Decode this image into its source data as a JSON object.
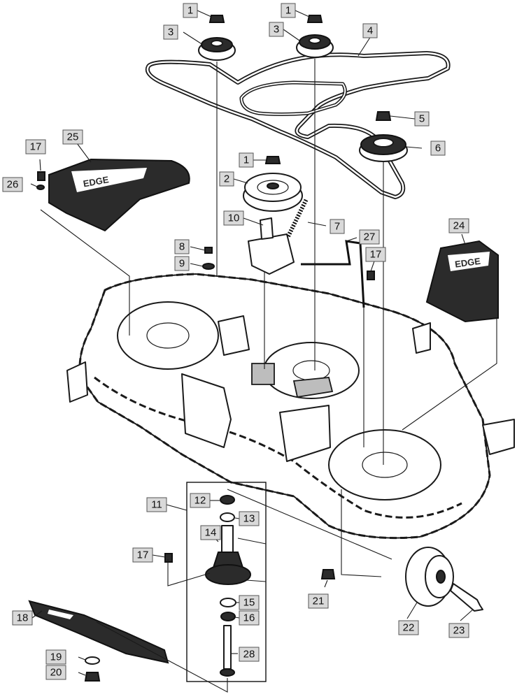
{
  "diagram": {
    "callouts": [
      {
        "id": "c1a",
        "label": "1"
      },
      {
        "id": "c1b",
        "label": "1"
      },
      {
        "id": "c1c",
        "label": "1"
      },
      {
        "id": "c2",
        "label": "2"
      },
      {
        "id": "c3a",
        "label": "3"
      },
      {
        "id": "c3b",
        "label": "3"
      },
      {
        "id": "c4",
        "label": "4"
      },
      {
        "id": "c5",
        "label": "5"
      },
      {
        "id": "c6",
        "label": "6"
      },
      {
        "id": "c7",
        "label": "7"
      },
      {
        "id": "c8",
        "label": "8"
      },
      {
        "id": "c9",
        "label": "9"
      },
      {
        "id": "c10",
        "label": "10"
      },
      {
        "id": "c11",
        "label": "11"
      },
      {
        "id": "c12",
        "label": "12"
      },
      {
        "id": "c13",
        "label": "13"
      },
      {
        "id": "c14",
        "label": "14"
      },
      {
        "id": "c15",
        "label": "15"
      },
      {
        "id": "c16",
        "label": "16"
      },
      {
        "id": "c17a",
        "label": "17"
      },
      {
        "id": "c17b",
        "label": "17"
      },
      {
        "id": "c17c",
        "label": "17"
      },
      {
        "id": "c18",
        "label": "18"
      },
      {
        "id": "c19",
        "label": "19"
      },
      {
        "id": "c20",
        "label": "20"
      },
      {
        "id": "c21",
        "label": "21"
      },
      {
        "id": "c22",
        "label": "22"
      },
      {
        "id": "c23",
        "label": "23"
      },
      {
        "id": "c24",
        "label": "24"
      },
      {
        "id": "c25",
        "label": "25"
      },
      {
        "id": "c26",
        "label": "26"
      },
      {
        "id": "c27",
        "label": "27"
      },
      {
        "id": "c28",
        "label": "28"
      }
    ],
    "decals": {
      "left_cover_text": "EDGE",
      "right_cover_text": "EDGE"
    }
  }
}
